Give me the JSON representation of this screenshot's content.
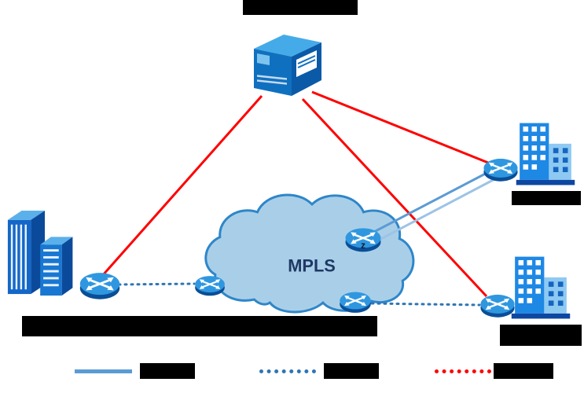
{
  "diagram": {
    "cloud_label": "MPLS",
    "z_label": "z"
  },
  "legend": {
    "items": [
      {
        "id": "blue-solid-link",
        "line_style": "solid",
        "color": "#5b9bd5"
      },
      {
        "id": "blue-dotted-link",
        "line_style": "dotted",
        "color": "#2e75b6"
      },
      {
        "id": "red-dotted-link",
        "line_style": "dotted",
        "color": "#fe0000"
      }
    ]
  },
  "colors": {
    "red_link": "#fe0000",
    "blue_solid_link": "#5b9bd5",
    "blue_solid_link_light": "#9dc3e6",
    "blue_dotted_link": "#2e75b6",
    "cloud_fill": "#a9cfe8",
    "cloud_stroke": "#2e86c9",
    "label_bar": "#000000",
    "device_blue_dark": "#0a4e97",
    "device_blue": "#1e88e5",
    "device_blue_light": "#5ab0ea"
  }
}
